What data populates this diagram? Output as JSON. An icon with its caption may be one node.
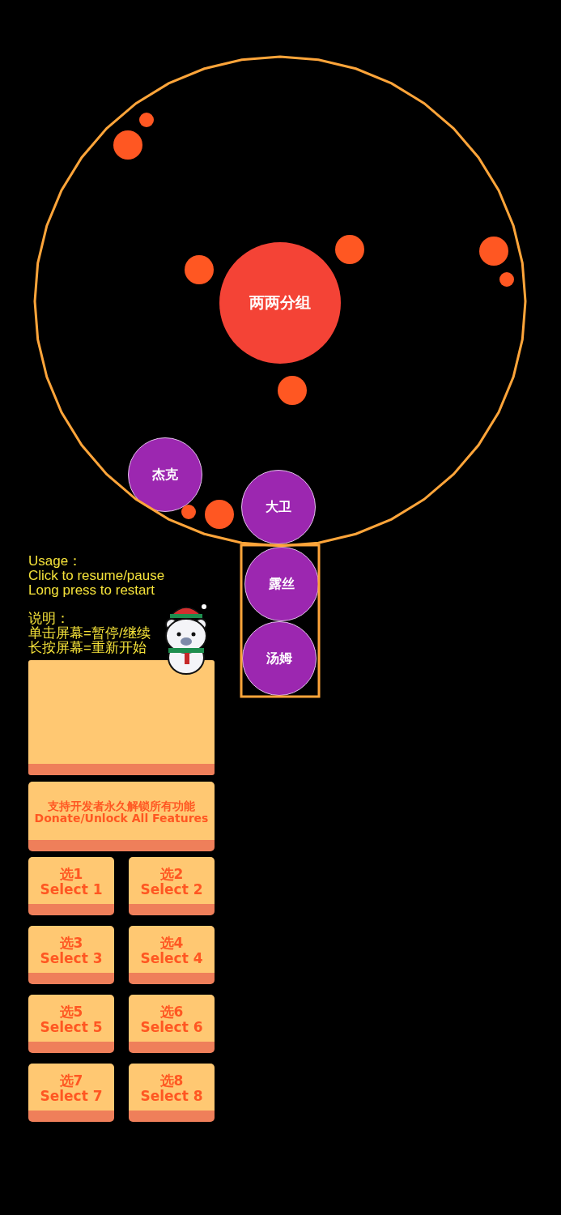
{
  "diagram": {
    "nodes": [
      {
        "text": [
          "两两分组"
        ]
      },
      {
        "text": [
          "杰克"
        ]
      },
      {
        "text": [
          "大卫"
        ]
      },
      {
        "text": [
          "露丝"
        ]
      },
      {
        "text": [
          "汤姆"
        ]
      },
      {
        "text": [],
        "shape": "box"
      },
      {
        "text": [
          "支持开发者永久解锁所有功能",
          "Donate/Unlock All Features"
        ]
      },
      {
        "text": [
          "选1",
          "Select 1"
        ]
      },
      {
        "text": [
          "选2",
          "Select 2"
        ]
      },
      {
        "text": [
          "选3",
          "Select 3"
        ]
      },
      {
        "text": [
          "选4",
          "Select 4"
        ]
      },
      {
        "text": [
          "选5",
          "Select 5"
        ]
      },
      {
        "text": [
          "选6",
          "Select 6"
        ]
      },
      {
        "text": [
          "选7",
          "Select 7"
        ]
      },
      {
        "text": [
          "选8",
          "Select 8"
        ]
      }
    ],
    "labels": [
      "Usage：",
      "Click to resume/pause",
      "Long press to restart",
      "说明：",
      "单击屏幕=暂停/继续",
      "长按屏幕=重新开始"
    ]
  }
}
